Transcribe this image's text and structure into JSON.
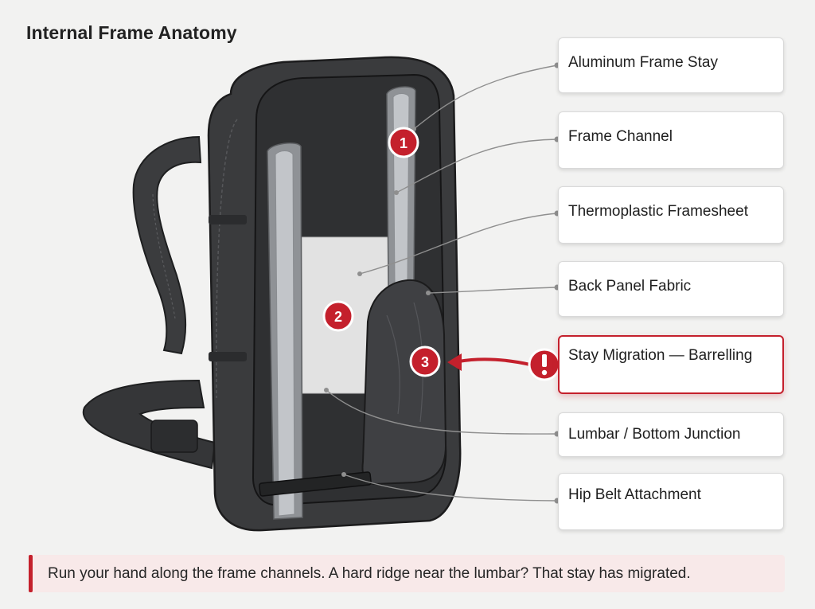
{
  "title": "Internal Frame Anatomy",
  "labels": [
    {
      "id": "aluminum-frame-stay",
      "text": "Aluminum Frame Stay",
      "alert": false
    },
    {
      "id": "frame-channel",
      "text": "Frame Channel",
      "alert": false
    },
    {
      "id": "thermoplastic-framesheet",
      "text": "Thermoplastic Framesheet",
      "alert": false
    },
    {
      "id": "back-panel-fabric",
      "text": "Back Panel Fabric",
      "alert": false
    },
    {
      "id": "stay-migration",
      "text": "Stay Migration — Barrelling",
      "alert": true
    },
    {
      "id": "lumbar-bottom-junction",
      "text": "Lumbar / Bottom Junction",
      "alert": false
    },
    {
      "id": "hip-belt-attachment",
      "text": "Hip Belt Attachment",
      "alert": false
    }
  ],
  "markers": [
    "1",
    "2",
    "3"
  ],
  "alert_icon": "exclamation-icon",
  "tip": "Run your hand along the frame channels. A hard ridge near the lumbar? That stay has migrated.",
  "colors": {
    "accent": "#c4202c",
    "pack": "#3a3b3d",
    "stay": "#b9bcc0",
    "framesheet": "#e2e2e2"
  }
}
